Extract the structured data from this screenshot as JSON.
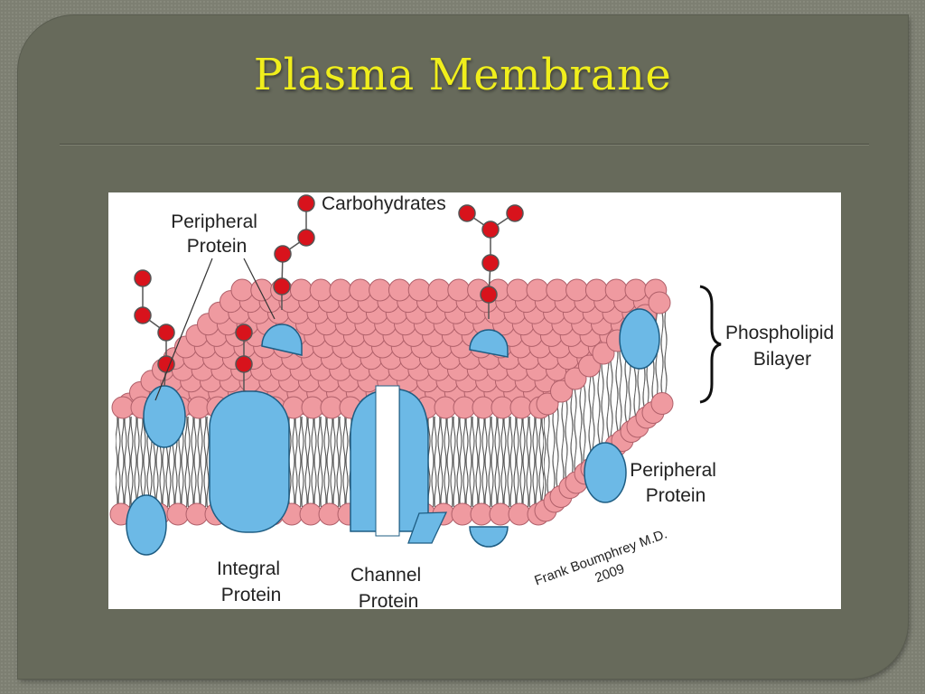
{
  "slide": {
    "title": "Plasma Membrane"
  },
  "diagram": {
    "labels": {
      "carbohydrates": "Carbohydrates",
      "peripheral_top_line1": "Peripheral",
      "peripheral_top_line2": "Protein",
      "phospholipid_line1": "Phospholipid",
      "phospholipid_line2": "Bilayer",
      "peripheral_right_line1": "Peripheral",
      "peripheral_right_line2": "Protein",
      "integral_line1": "Integral",
      "integral_line2": "Protein",
      "channel_line1": "Channel",
      "channel_line2": "Protein",
      "credit_line1": "Frank Boumphrey M.D.",
      "credit_line2": "2009"
    },
    "colors": {
      "lipid_head": "#ef9aa0",
      "lipid_head_stroke": "#b0606a",
      "protein": "#6cb9e6",
      "protein_stroke": "#1e5d83",
      "carbohydrate": "#d8131c",
      "tail_stroke": "#555555"
    }
  }
}
